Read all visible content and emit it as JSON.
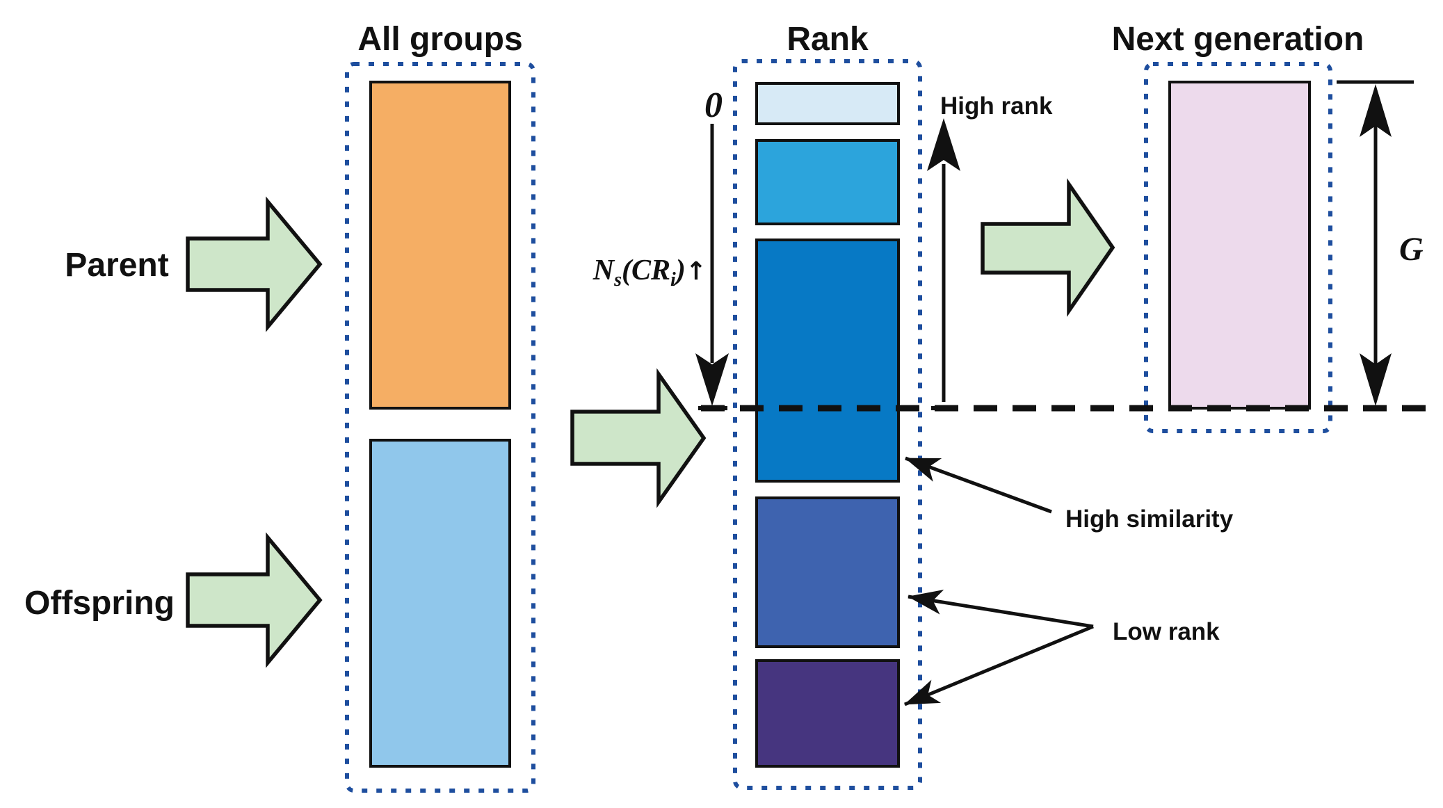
{
  "titles": {
    "all_groups": "All groups",
    "rank": "Rank",
    "next_generation": "Next generation"
  },
  "labels": {
    "parent": "Parent",
    "offspring": "Offspring",
    "zero": "0",
    "high_rank": "High rank",
    "high_similarity": "High similarity",
    "low_rank": "Low rank",
    "generation": "G",
    "formula": {
      "n": "N",
      "sub_s": "s",
      "open_cr": "(CR",
      "sub_i": "i",
      "close": ")",
      "up_arrow": "↑"
    }
  },
  "colors": {
    "dotted-border": "#1E4E9E",
    "outline": "#111111",
    "parent-group": "#F5AE64",
    "offspring-group": "#90C7EB",
    "rank-1": "#D7EAF6",
    "rank-2": "#2CA4DC",
    "rank-3": "#0779C5",
    "rank-4": "#3E63AF",
    "rank-5": "#46357F",
    "next-generation-group": "#EDDAEC",
    "flow-arrow": "#CEE6C9"
  },
  "rank_column": {
    "box_count": 5,
    "order": "high rank at top, low rank at bottom",
    "colors_top_to_bottom": [
      "#D7EAF6",
      "#2CA4DC",
      "#0779C5",
      "#3E63AF",
      "#46357F"
    ]
  }
}
